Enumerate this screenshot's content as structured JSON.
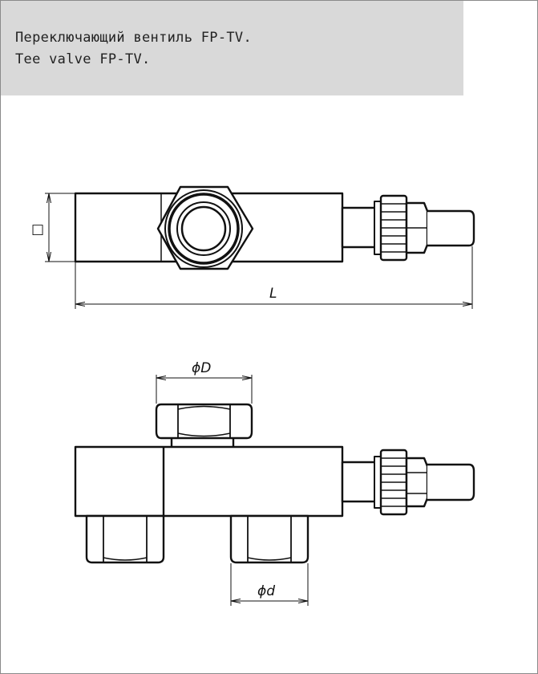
{
  "header": {
    "title_ru": "Переключающий вентиль FP-TV.",
    "title_en": "Tee valve FP-TV."
  },
  "top_view": {
    "square_symbol": "□",
    "length_label": "L"
  },
  "side_view": {
    "outer_diameter_label": "ϕD",
    "inner_diameter_label": "ϕd"
  }
}
